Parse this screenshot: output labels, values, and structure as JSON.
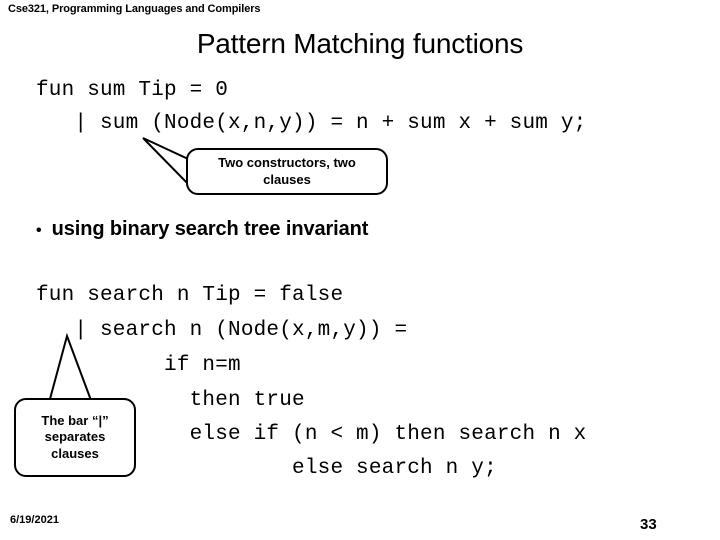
{
  "slide": {
    "header": "Cse321, Programming Languages and Compilers",
    "title": "Pattern Matching functions",
    "code_block_1": [
      {
        "text": "fun sum Tip = 0"
      },
      {
        "text": "   | sum (Node(x,n,y)) = n + sum x + sum y;"
      }
    ],
    "bullet": {
      "marker": "•",
      "text": "using binary search tree invariant"
    },
    "code_block_2": [
      {
        "text": "fun search n Tip = false"
      },
      {
        "text": "   | search n (Node(x,m,y)) ="
      },
      {
        "text": "          if n=m"
      },
      {
        "text": "            then true"
      },
      {
        "text": "            else if (n < m) then search n x"
      },
      {
        "text": "                    else search n y;"
      }
    ],
    "callouts": [
      {
        "id": "two-constructors",
        "text": "Two constructors, two clauses"
      },
      {
        "id": "bar-separates",
        "text": "The bar “|” separates clauses"
      }
    ],
    "footer": {
      "date": "6/19/2021",
      "page_number": "33"
    },
    "colors": {
      "background": "#ffffff",
      "text": "#000000",
      "callout_border": "#000000"
    }
  }
}
